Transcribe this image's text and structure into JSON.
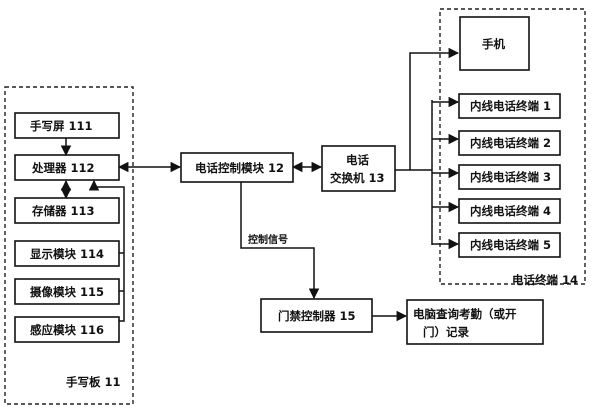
{
  "handwriting_board": {
    "label": "手写板 11",
    "modules": {
      "handwriting_screen": "手写屏 111",
      "processor": "处理器 112",
      "memory": "存储器 113",
      "display_module": "显示模块 114",
      "camera_module": "摄像模块 115",
      "sensor_module": "感应模块 116"
    }
  },
  "phone_control_module": "电话控制模块 12",
  "phone_switch": {
    "line1": "电话",
    "line2": "交换机 13"
  },
  "control_signal_label": "控制信号",
  "access_controller": "门禁控制器 15",
  "computer_record": {
    "line1": "电脑查询考勤（或开",
    "line2": "门）记录"
  },
  "phone_terminals": {
    "label": "电话终端 14",
    "mobile": "手机",
    "extensions": [
      "内线电话终端 1",
      "内线电话终端 2",
      "内线电话终端 3",
      "内线电话终端 4",
      "内线电话终端 5"
    ]
  }
}
